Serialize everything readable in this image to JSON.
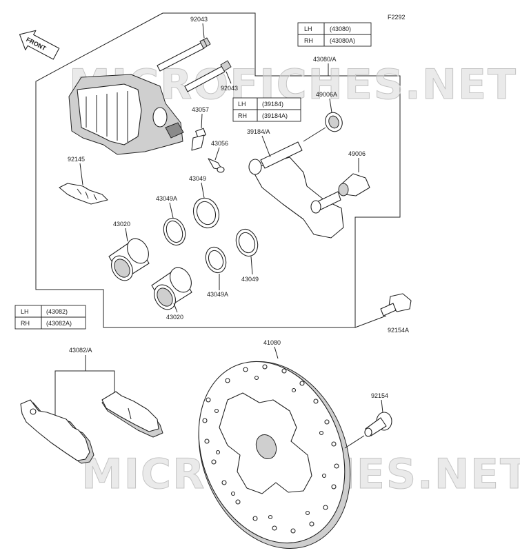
{
  "figure_code": "F2292",
  "front_arrow_label": "FRONT",
  "watermark": "MICROFICHES.NET",
  "callouts": {
    "c92043_top": "92043",
    "c92043_mid": "92043",
    "c43057": "43057",
    "c43056": "43056",
    "c92145": "92145",
    "c43049_top": "43049",
    "c43049a_top": "43049A",
    "c43020_top": "43020",
    "c43049_bot": "43049",
    "c43049a_bot": "43049A",
    "c43020_bot": "43020",
    "c43080a": "43080/A",
    "c49006a": "49006A",
    "c39184a": "39184/A",
    "c49006": "49006",
    "c92154a": "92154A",
    "c41080": "41080",
    "c92154": "92154",
    "c43082a": "43082/A"
  },
  "tables": {
    "caliper": {
      "rows": [
        {
          "side": "LH",
          "part": "(43080)"
        },
        {
          "side": "RH",
          "part": "(43080A)"
        }
      ]
    },
    "bracket": {
      "rows": [
        {
          "side": "LH",
          "part": "(39184)"
        },
        {
          "side": "RH",
          "part": "(39184A)"
        }
      ]
    },
    "pads": {
      "rows": [
        {
          "side": "LH",
          "part": "(43082)"
        },
        {
          "side": "RH",
          "part": "(43082A)"
        }
      ]
    }
  }
}
